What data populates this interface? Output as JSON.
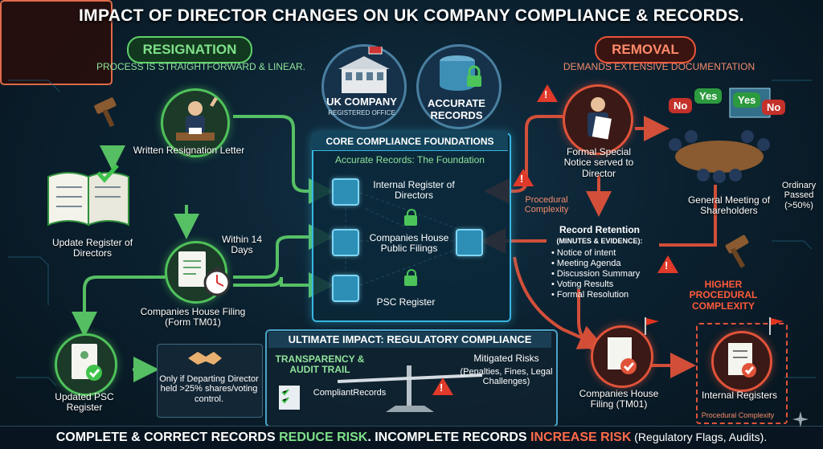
{
  "title": "IMPACT OF DIRECTOR CHANGES ON UK COMPANY COMPLIANCE & RECORDS.",
  "resignation": {
    "badge": "RESIGNATION",
    "subtitle": "PROCESS IS STRAIGHTFORWARD & LINEAR.",
    "steps": {
      "letter": "Written Resignation Letter",
      "update_register": "Update Register of Directors",
      "within": "Within 14 Days",
      "ch_filing": "Companies House Filing (Form TM01)",
      "updated_psc": "Updated PSC Register",
      "psc_note": "Only if Departing Director held >25% shares/voting control."
    }
  },
  "removal": {
    "badge": "REMOVAL",
    "subtitle": "DEMANDS EXTENSIVE DOCUMENTATION",
    "steps": {
      "special_notice": "Formal Special Notice served to Director",
      "procedural_complexity": "Procedural Complexity",
      "general_meeting": "General Meeting of Shareholders",
      "ordinary_passed": "Ordinary Passed (>50%)",
      "record_retention_title": "Record Retention",
      "record_retention_sub": "(MINUTES & EVIDENCE):",
      "record_items": [
        "Notice of intent",
        "Meeting Agenda",
        "Discussion Summary",
        "Voting Results",
        "Formal Resolution"
      ],
      "higher_complexity": "HIGHER PROCEDURAL COMPLEXITY",
      "ch_filing": "Companies House Filing (TM01)",
      "internal_registers": "Internal Registers",
      "internal_registers_note": "Procedural Complexity"
    },
    "vote_signs": [
      "No",
      "Yes",
      "Yes",
      "No"
    ]
  },
  "top_icons": {
    "uk_company": "UK COMPANY",
    "registered_office": "REGISTERED OFFICE",
    "accurate_records": "ACCURATE RECORDS"
  },
  "core": {
    "heading": "CORE COMPLIANCE FOUNDATIONS",
    "subheading": "Accurate Records: The Foundation",
    "nodes": {
      "internal_register": "Internal Register of Directors",
      "companies_house": "Companies House Public Filings",
      "psc_register": "PSC Register"
    }
  },
  "impact": {
    "heading": "ULTIMATE IMPACT: REGULATORY COMPLIANCE",
    "left_title": "TRANSPARENCY & AUDIT TRAIL",
    "left_label": "CompliantRecords",
    "right_title": "Mitigated Risks",
    "right_detail": "(Penalties, Fines, Legal Challenges)"
  },
  "footer": {
    "part1": "COMPLETE & CORRECT RECORDS ",
    "part2": "REDUCE RISK",
    "part3": ". INCOMPLETE RECORDS ",
    "part4": "INCREASE RISK",
    "part5": " (Regulatory Flags, Audits)."
  },
  "colors": {
    "green": "#5fd16a",
    "red": "#e8543a",
    "blue": "#37b6e0",
    "footer_green": "#7fe08a",
    "footer_red": "#ff6a4a"
  }
}
